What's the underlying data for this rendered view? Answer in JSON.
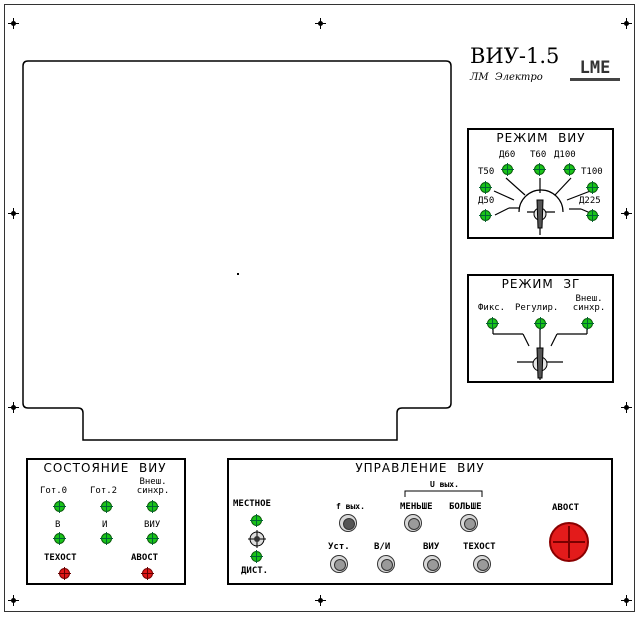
{
  "brand": {
    "model": "ВИУ-1.5",
    "maker": "ЛМ  Электро",
    "logo": "LME"
  },
  "viu_mode": {
    "title": "РЕЖИМ  ВИУ",
    "positions": [
      "Д50",
      "Т50",
      "Д60",
      "Т60",
      "Д100",
      "Т100",
      "Д225"
    ]
  },
  "zg_mode": {
    "title": "РЕЖИМ  ЗГ",
    "positions": [
      "Фикс.",
      "Регулир.",
      "Внеш. синхр."
    ]
  },
  "status": {
    "title": "СОСТОЯНИЕ  ВИУ",
    "indicators": [
      "Гот.0",
      "Гот.2",
      "Внеш. синхр.",
      "В",
      "И",
      "ВИУ",
      "ТЕХОСТ",
      "АВОСТ"
    ]
  },
  "control": {
    "title": "УПРАВЛЕНИЕ  ВИУ",
    "mode": {
      "local": "МЕСТНОЕ",
      "remote": "ДИСТ."
    },
    "f_label": "f вых.",
    "u_label": "U вых.",
    "less_label": "МЕНЬШЕ",
    "more_label": "БОЛЬШЕ",
    "buttons": [
      "Уст.",
      "В/И",
      "ВИУ",
      "ТЕХОСТ"
    ],
    "abost_label": "АВОСТ"
  },
  "colors": {
    "led_on": "#19c419",
    "alarm": "#e31b1b"
  }
}
